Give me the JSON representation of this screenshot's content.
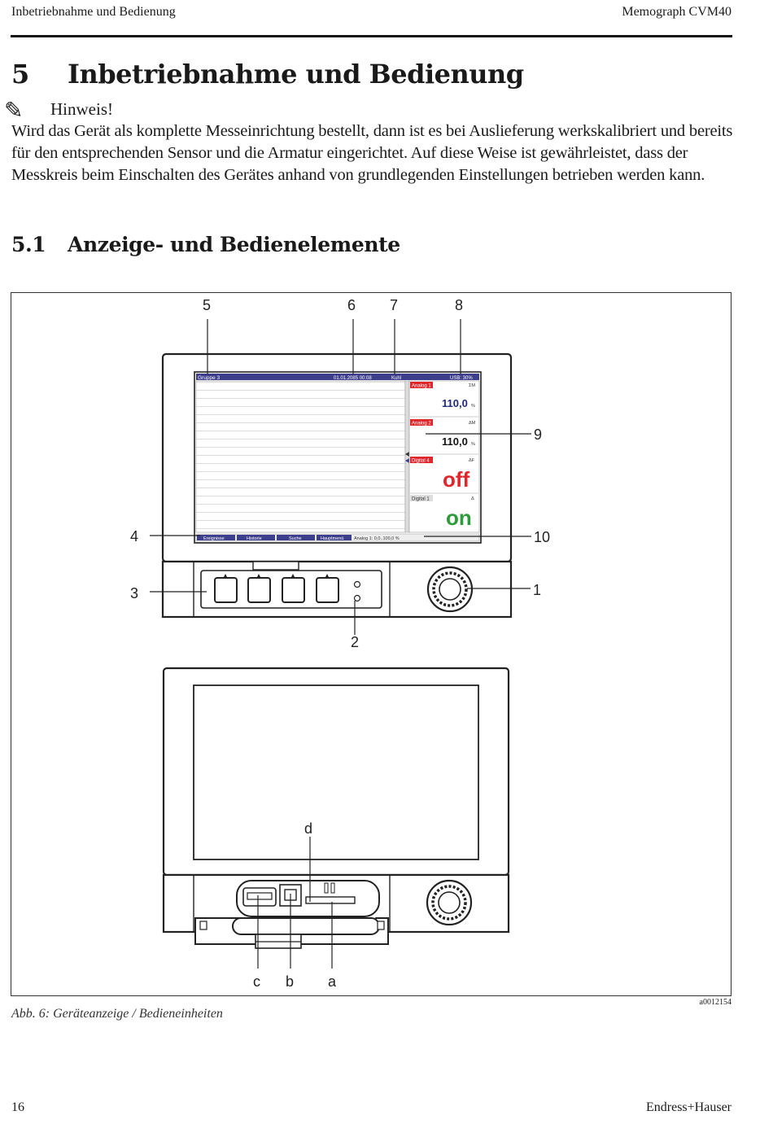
{
  "header": {
    "left": "Inbetriebnahme und Bedienung",
    "right": "Memograph CVM40"
  },
  "section": {
    "number": "5",
    "title": "Inbetriebnahme und Bedienung"
  },
  "note": {
    "title": "Hinweis!",
    "text": "Wird das Gerät als komplette Messeinrichtung bestellt, dann ist es bei Auslieferung werkskalibriert und bereits für den entsprechenden Sensor und die Armatur eingerichtet. Auf diese Weise ist gewährleistet, dass der Messkreis beim Einschalten des Gerätes anhand von grundlegenden Einstellungen betrieben werden kann."
  },
  "subsection": {
    "number": "5.1",
    "title": "Anzeige- und Bedienelemente"
  },
  "figure": {
    "callouts": {
      "c1": "1",
      "c2": "2",
      "c3": "3",
      "c4": "4",
      "c5": "5",
      "c6": "6",
      "c7": "7",
      "c8": "8",
      "c9": "9",
      "c10": "10",
      "a": "a",
      "b": "b",
      "c": "c",
      "d": "d"
    },
    "screen": {
      "group": "Gruppe 3",
      "datetime": "01.01.2085 00:08",
      "status": "Kuhl",
      "usb": "USB: 30%",
      "channels": [
        {
          "name": "Analog 1",
          "unit": "ΣM",
          "value": "110,0",
          "suffix": "%"
        },
        {
          "name": "Analog 2",
          "unit": "ΔM",
          "value": "110,0",
          "suffix": "%"
        },
        {
          "name": "Digital 4",
          "unit": "ΔF",
          "value": "off"
        },
        {
          "name": "Digital 1",
          "unit": "Δ",
          "value": "on"
        }
      ],
      "softkeys": [
        "Ereignisse",
        "Historie",
        "Suche",
        "Hauptmenü"
      ],
      "status_line": "Analog 1: 0,0..100,0 %"
    },
    "colors": {
      "channel_red": "#e0262b",
      "value_blue": "#1e2a78",
      "on_green": "#2e9b3a",
      "bar_blue": "#3d3f8c"
    },
    "id": "a0012154",
    "caption": "Abb. 6: Geräteanzeige / Bedieneinheiten"
  },
  "footer": {
    "page": "16",
    "brand": "Endress+Hauser"
  }
}
